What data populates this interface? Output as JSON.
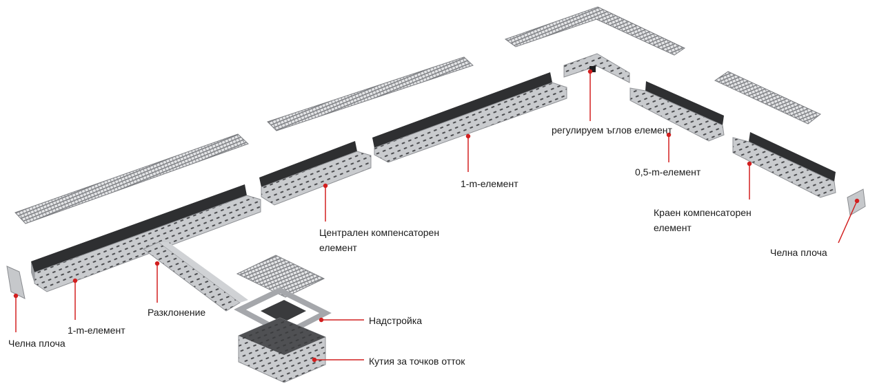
{
  "diagram": {
    "labels": {
      "end_plate_left": "Челна плоча",
      "element_1m_left": "1-m-елемент",
      "branch": "Разклонение",
      "central_compensator": "Централен компенсаторен елемент",
      "element_1m_middle": "1-m-елемент",
      "adjustable_corner": "регулируем ъглов елемент",
      "element_05m": "0,5-m-елемент",
      "end_compensator": "Краен компенсаторен елемент",
      "end_plate_right": "Челна плоча",
      "superstructure": "Надстройка",
      "point_drain_box": "Кутия за точков отток"
    },
    "colors": {
      "leader_line": "#d21f1f",
      "steel_light": "#d9dadc",
      "steel_mid": "#b3b5b8",
      "steel_dark": "#3c3c3e",
      "text": "#1a1a1a"
    }
  }
}
